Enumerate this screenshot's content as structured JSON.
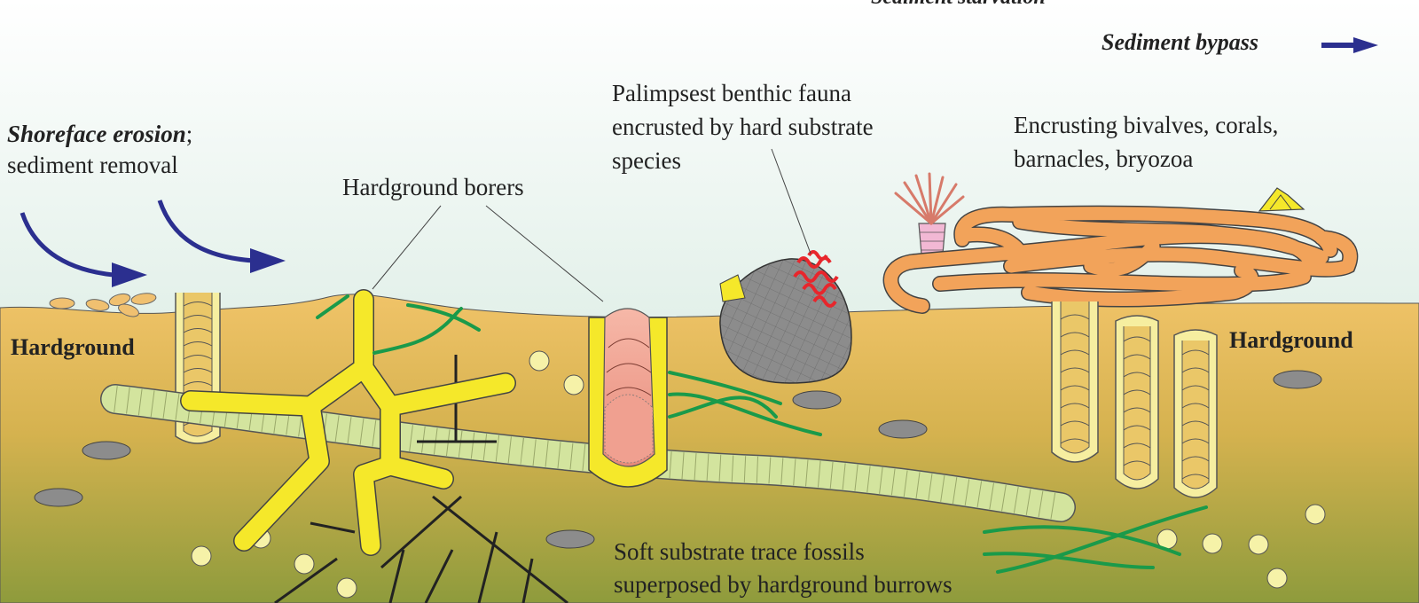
{
  "labels": {
    "top_cut": "Sediment starvation",
    "sediment_bypass": "Sediment bypass",
    "shoreface_erosion": "Shoreface erosion",
    "shoreface_semicolon": ";",
    "sediment_removal": "sediment removal",
    "hardground_borers": "Hardground borers",
    "palimpsest_1": "Palimpsest benthic fauna",
    "palimpsest_2": "encrusted by hard substrate",
    "palimpsest_3": "species",
    "encrusting_1": "Encrusting bivalves, corals,",
    "encrusting_2": "barnacles, bryozoa",
    "hardground_left": "Hardground",
    "hardground_right": "Hardground",
    "soft_1": "Soft substrate trace fossils",
    "soft_2": "superposed by hardground burrows"
  },
  "colors": {
    "water_top": "#ffffff",
    "water_bottom": "#c8e4d6",
    "sediment_top": "#f0c368",
    "sediment_bottom": "#8c9a3a",
    "arrow_blue": "#2b2f8f",
    "borer_yellow": "#f5e82a",
    "burrow_green": "#cfe19a",
    "trace_green": "#1a9a4a",
    "encruster_orange": "#f2a35a",
    "pebble_grey": "#8a8a8a",
    "grain_cream": "#f3f0a8",
    "serpulid_red": "#e8262c"
  }
}
